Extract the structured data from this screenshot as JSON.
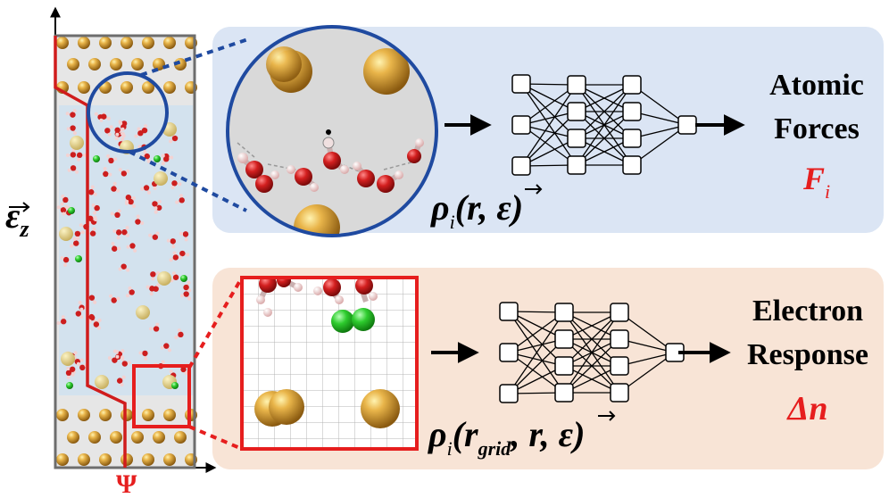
{
  "axis_y_label_main": "ε",
  "axis_y_label_sub": "z",
  "axis_x_label": "Ψ",
  "top_panel": {
    "output_line1": "Atomic",
    "output_line2": "Forces",
    "output_symbol": "F",
    "output_symbol_sub": "i",
    "descriptor_rho": "ρ",
    "descriptor_sub": "i",
    "descriptor_args": "(r, ε)",
    "background_color": "#dbe5f4",
    "lens_color": "#1f4aa0"
  },
  "bottom_panel": {
    "output_line1": "Electron",
    "output_line2": "Response",
    "output_symbol": "Δn",
    "descriptor_rho": "ρ",
    "descriptor_sub": "i",
    "descriptor_open": "(r",
    "descriptor_grid_sub": "grid",
    "descriptor_rest": ", r, ε)",
    "background_color": "#f8e4d6",
    "box_color": "#e61e1e"
  },
  "colors": {
    "gold": "#c9962c",
    "oxygen": "#cc1e1e",
    "hydrogen": "#f3d2d2",
    "chloride": "#28c828",
    "potential_line": "#d01c1c",
    "symbol_red": "#e61e1e"
  }
}
